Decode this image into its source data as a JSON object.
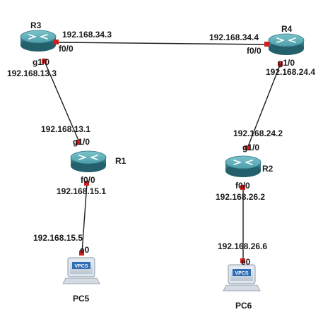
{
  "diagram": {
    "nodes": [
      {
        "id": "R3",
        "label": "R3",
        "type": "router",
        "icon": "router-icon"
      },
      {
        "id": "R4",
        "label": "R4",
        "type": "router",
        "icon": "router-icon"
      },
      {
        "id": "R1",
        "label": "R1",
        "type": "router",
        "icon": "router-icon"
      },
      {
        "id": "R2",
        "label": "R2",
        "type": "router",
        "icon": "router-icon"
      },
      {
        "id": "PC5",
        "label": "PC5",
        "type": "vpcs",
        "icon": "vpcs-pc-icon",
        "badge": "VPCS"
      },
      {
        "id": "PC6",
        "label": "PC6",
        "type": "vpcs",
        "icon": "vpcs-pc-icon",
        "badge": "VPCS"
      }
    ],
    "links": [
      {
        "from": "R3",
        "from_if": "f0/0",
        "from_ip": "192.168.34.3",
        "to": "R4",
        "to_if": "f0/0",
        "to_ip": "192.168.34.4"
      },
      {
        "from": "R3",
        "from_if": "g1/0",
        "from_ip": "192.168.13.3",
        "to": "R1",
        "to_if": "g1/0",
        "to_ip": "192.168.13.1"
      },
      {
        "from": "R4",
        "from_if": "g1/0",
        "from_ip": "192.168.24.4",
        "to": "R2",
        "to_if": "g1/0",
        "to_ip": "192.168.24.2"
      },
      {
        "from": "R1",
        "from_if": "f0/0",
        "from_ip": "192.168.15.1",
        "to": "PC5",
        "to_if": "e0",
        "to_ip": "192.168.15.5"
      },
      {
        "from": "R2",
        "from_if": "f0/0",
        "from_ip": "192.168.26.2",
        "to": "PC6",
        "to_if": "e0",
        "to_ip": "192.168.26.6"
      }
    ],
    "colors": {
      "router_body": "#3e8f9c",
      "router_top": "#5fb3be",
      "port_marker": "#d31e1e",
      "link": "#1c1c1c",
      "vpcs_badge": "#2f6db5"
    }
  }
}
